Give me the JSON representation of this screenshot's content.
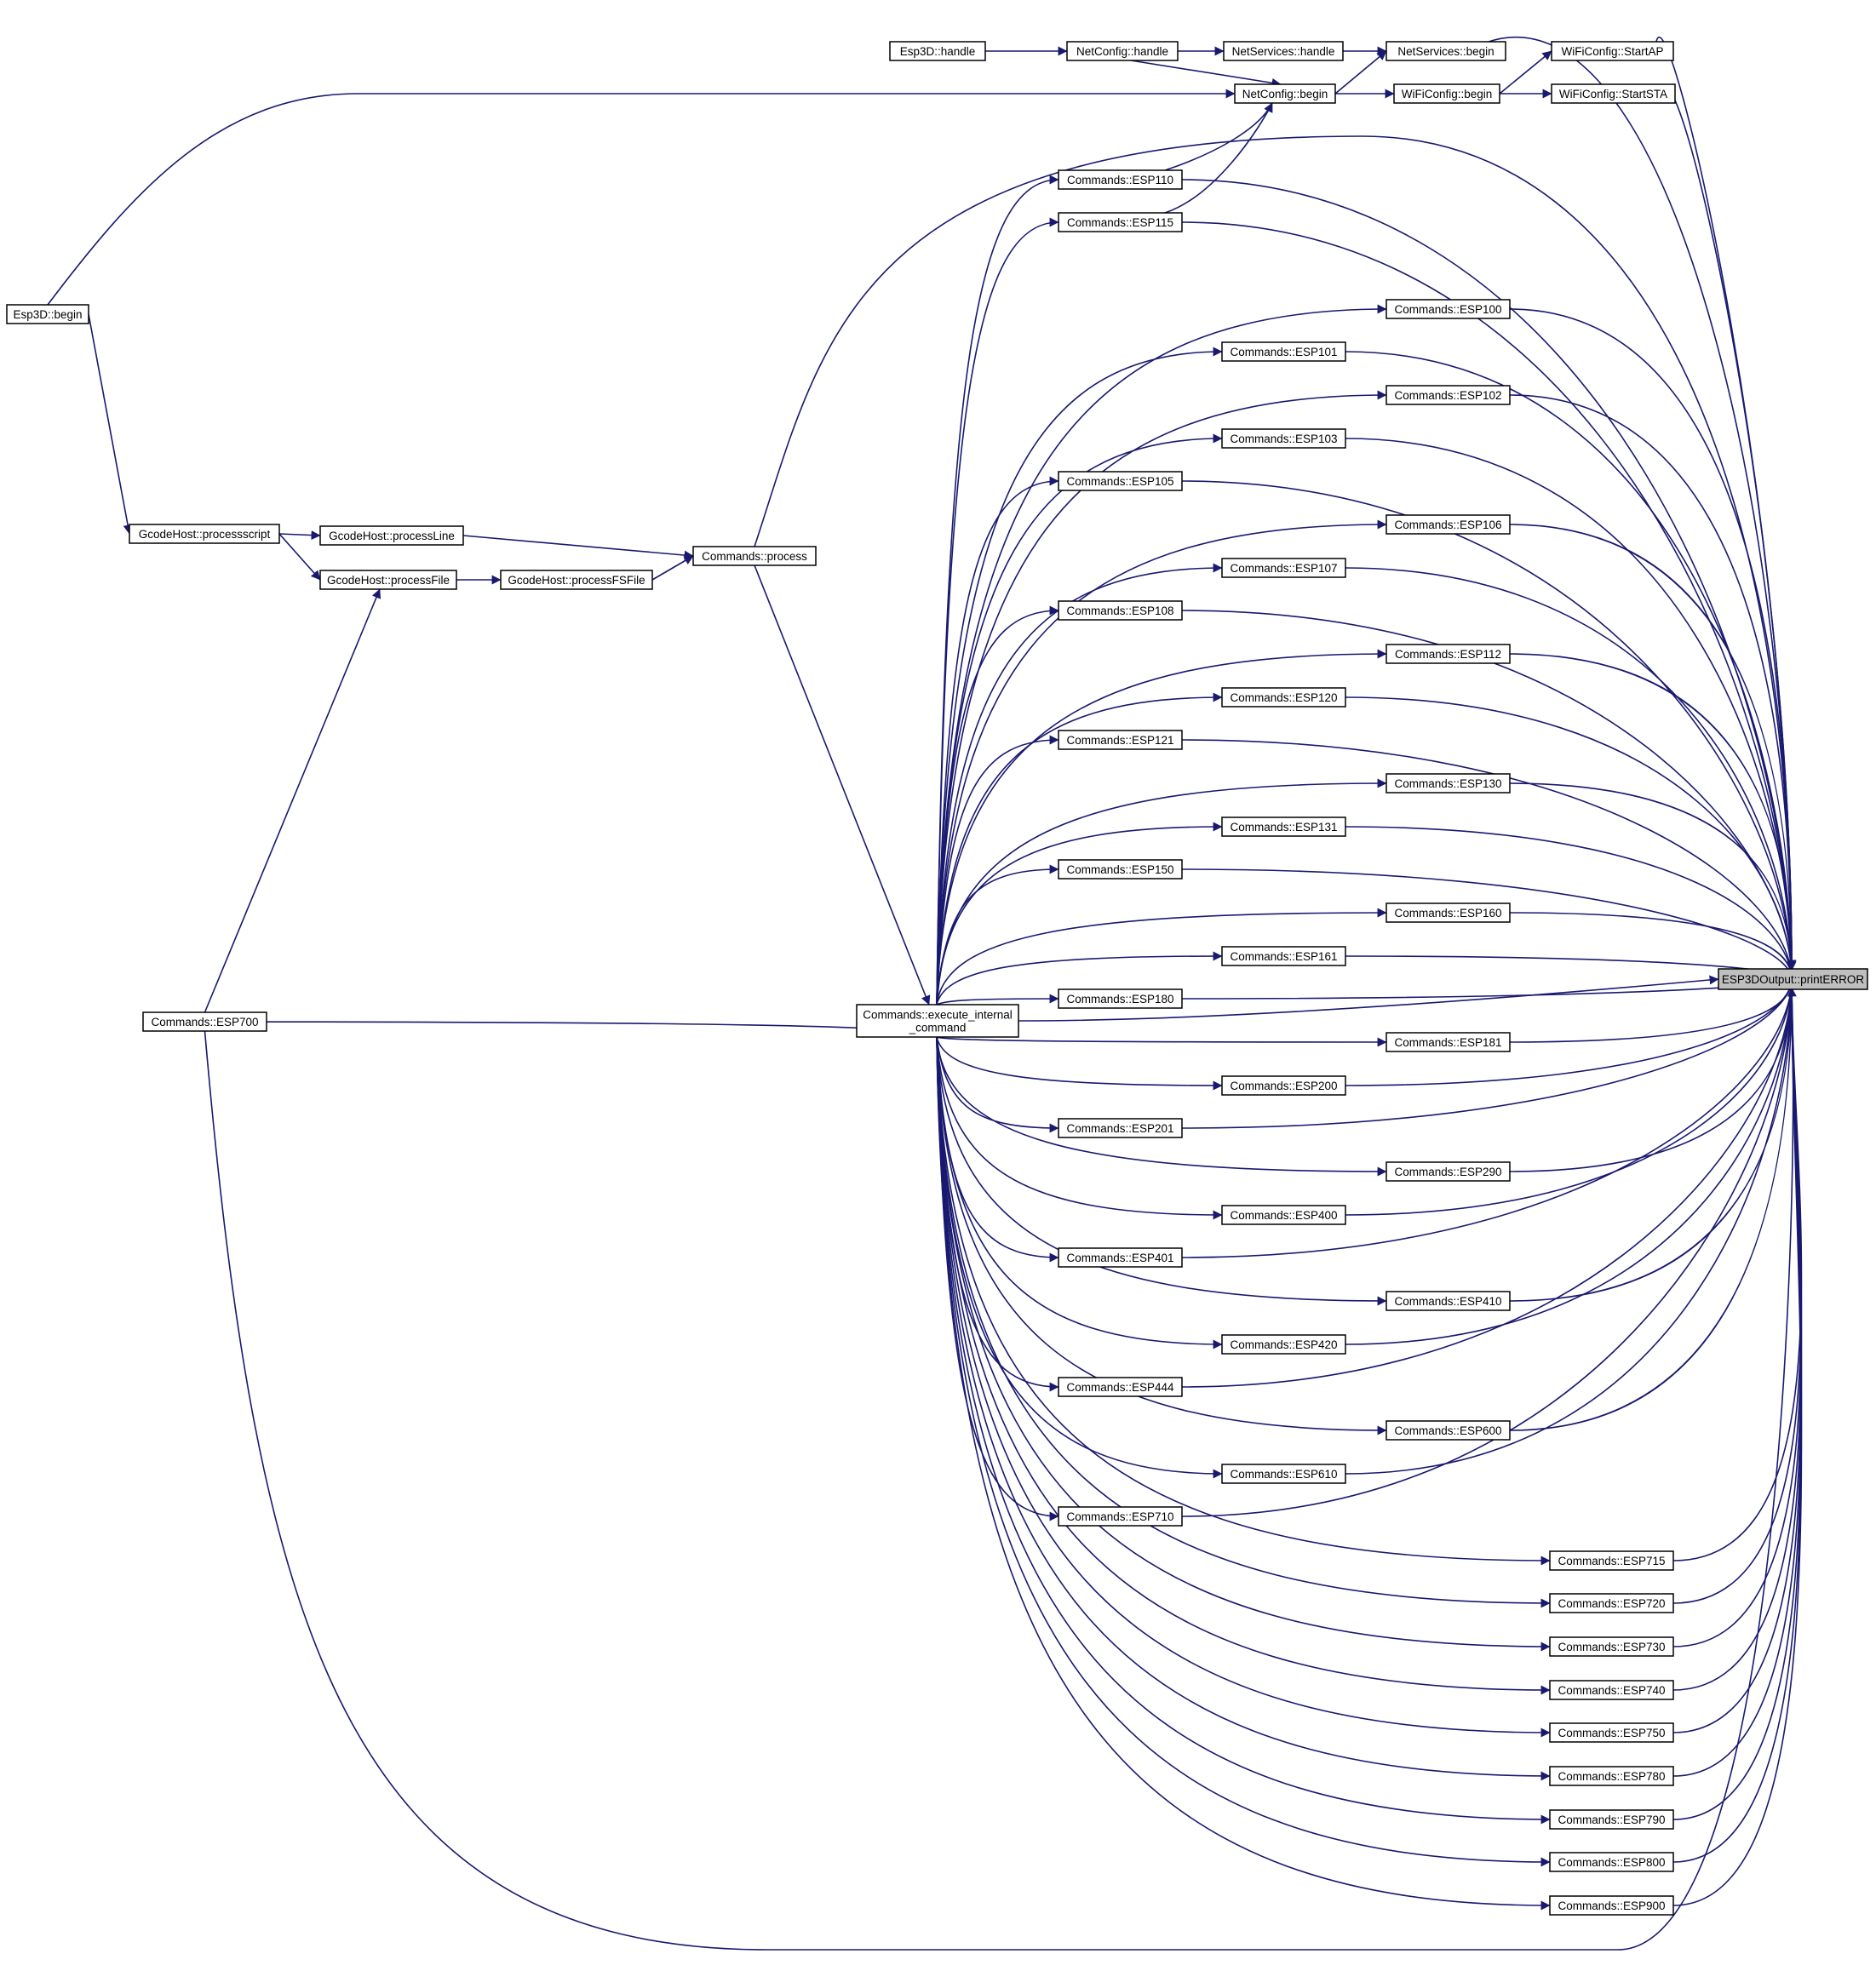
{
  "graph": {
    "edge_color": "#191970",
    "target": "n_printERROR",
    "nodes": [
      {
        "id": "n_printERROR",
        "label": "ESP3DOutput::printERROR",
        "focus": true
      },
      {
        "id": "n_esp3d_handle",
        "label": "Esp3D::handle"
      },
      {
        "id": "n_netconfig_handle",
        "label": "NetConfig::handle"
      },
      {
        "id": "n_netservices_handle",
        "label": "NetServices::handle"
      },
      {
        "id": "n_netservices_begin",
        "label": "NetServices::begin"
      },
      {
        "id": "n_wifi_startap",
        "label": "WiFiConfig::StartAP"
      },
      {
        "id": "n_netconfig_begin",
        "label": "NetConfig::begin"
      },
      {
        "id": "n_wifi_begin",
        "label": "WiFiConfig::begin"
      },
      {
        "id": "n_wifi_startsta",
        "label": "WiFiConfig::StartSTA"
      },
      {
        "id": "n_esp3d_begin",
        "label": "Esp3D::begin"
      },
      {
        "id": "n_gcode_processscript",
        "label": "GcodeHost::processscript"
      },
      {
        "id": "n_gcode_processline",
        "label": "GcodeHost::processLine"
      },
      {
        "id": "n_gcode_processfile",
        "label": "GcodeHost::processFile"
      },
      {
        "id": "n_gcode_processfsfile",
        "label": "GcodeHost::processFSFile"
      },
      {
        "id": "n_commands_process",
        "label": "Commands::process"
      },
      {
        "id": "n_exec",
        "label": "Commands::execute_internal\n_command"
      },
      {
        "id": "n_esp700",
        "label": "Commands::ESP700"
      },
      {
        "id": "n_esp110",
        "label": "Commands::ESP110"
      },
      {
        "id": "n_esp115",
        "label": "Commands::ESP115"
      },
      {
        "id": "n_esp100",
        "label": "Commands::ESP100"
      },
      {
        "id": "n_esp101",
        "label": "Commands::ESP101"
      },
      {
        "id": "n_esp102",
        "label": "Commands::ESP102"
      },
      {
        "id": "n_esp103",
        "label": "Commands::ESP103"
      },
      {
        "id": "n_esp105",
        "label": "Commands::ESP105"
      },
      {
        "id": "n_esp106",
        "label": "Commands::ESP106"
      },
      {
        "id": "n_esp107",
        "label": "Commands::ESP107"
      },
      {
        "id": "n_esp108",
        "label": "Commands::ESP108"
      },
      {
        "id": "n_esp112",
        "label": "Commands::ESP112"
      },
      {
        "id": "n_esp120",
        "label": "Commands::ESP120"
      },
      {
        "id": "n_esp121",
        "label": "Commands::ESP121"
      },
      {
        "id": "n_esp130",
        "label": "Commands::ESP130"
      },
      {
        "id": "n_esp131",
        "label": "Commands::ESP131"
      },
      {
        "id": "n_esp150",
        "label": "Commands::ESP150"
      },
      {
        "id": "n_esp160",
        "label": "Commands::ESP160"
      },
      {
        "id": "n_esp161",
        "label": "Commands::ESP161"
      },
      {
        "id": "n_esp180",
        "label": "Commands::ESP180"
      },
      {
        "id": "n_esp181",
        "label": "Commands::ESP181"
      },
      {
        "id": "n_esp200",
        "label": "Commands::ESP200"
      },
      {
        "id": "n_esp201",
        "label": "Commands::ESP201"
      },
      {
        "id": "n_esp290",
        "label": "Commands::ESP290"
      },
      {
        "id": "n_esp400",
        "label": "Commands::ESP400"
      },
      {
        "id": "n_esp401",
        "label": "Commands::ESP401"
      },
      {
        "id": "n_esp410",
        "label": "Commands::ESP410"
      },
      {
        "id": "n_esp420",
        "label": "Commands::ESP420"
      },
      {
        "id": "n_esp444",
        "label": "Commands::ESP444"
      },
      {
        "id": "n_esp600",
        "label": "Commands::ESP600"
      },
      {
        "id": "n_esp610",
        "label": "Commands::ESP610"
      },
      {
        "id": "n_esp710",
        "label": "Commands::ESP710"
      },
      {
        "id": "n_esp715",
        "label": "Commands::ESP715"
      },
      {
        "id": "n_esp720",
        "label": "Commands::ESP720"
      },
      {
        "id": "n_esp730",
        "label": "Commands::ESP730"
      },
      {
        "id": "n_esp740",
        "label": "Commands::ESP740"
      },
      {
        "id": "n_esp750",
        "label": "Commands::ESP750"
      },
      {
        "id": "n_esp780",
        "label": "Commands::ESP780"
      },
      {
        "id": "n_esp790",
        "label": "Commands::ESP790"
      },
      {
        "id": "n_esp800",
        "label": "Commands::ESP800"
      },
      {
        "id": "n_esp900",
        "label": "Commands::ESP900"
      }
    ],
    "edges": [
      {
        "from": "n_esp3d_handle",
        "to": "n_netconfig_handle"
      },
      {
        "from": "n_netconfig_handle",
        "to": "n_netservices_handle"
      },
      {
        "from": "n_netconfig_handle",
        "to": "n_netconfig_begin"
      },
      {
        "from": "n_netservices_handle",
        "to": "n_netservices_begin"
      },
      {
        "from": "n_netconfig_begin",
        "to": "n_netservices_begin"
      },
      {
        "from": "n_netconfig_begin",
        "to": "n_wifi_begin"
      },
      {
        "from": "n_wifi_begin",
        "to": "n_wifi_startap"
      },
      {
        "from": "n_wifi_begin",
        "to": "n_wifi_startsta"
      },
      {
        "from": "n_esp3d_begin",
        "to": "n_netconfig_begin"
      },
      {
        "from": "n_esp3d_begin",
        "to": "n_gcode_processscript"
      },
      {
        "from": "n_gcode_processscript",
        "to": "n_gcode_processline"
      },
      {
        "from": "n_gcode_processscript",
        "to": "n_gcode_processfile"
      },
      {
        "from": "n_gcode_processline",
        "to": "n_commands_process"
      },
      {
        "from": "n_gcode_processfile",
        "to": "n_gcode_processfsfile"
      },
      {
        "from": "n_gcode_processfsfile",
        "to": "n_commands_process"
      },
      {
        "from": "n_commands_process",
        "to": "n_exec"
      },
      {
        "from": "n_exec",
        "to": "n_esp700"
      },
      {
        "from": "n_esp700",
        "to": "n_gcode_processfile"
      },
      {
        "from": "n_esp110",
        "to": "n_netconfig_begin"
      },
      {
        "from": "n_esp115",
        "to": "n_netconfig_begin"
      },
      {
        "from": "n_exec",
        "to": "n_esp110"
      },
      {
        "from": "n_exec",
        "to": "n_esp115"
      },
      {
        "from": "n_exec",
        "to": "n_esp100"
      },
      {
        "from": "n_exec",
        "to": "n_esp101"
      },
      {
        "from": "n_exec",
        "to": "n_esp102"
      },
      {
        "from": "n_exec",
        "to": "n_esp103"
      },
      {
        "from": "n_exec",
        "to": "n_esp105"
      },
      {
        "from": "n_exec",
        "to": "n_esp106"
      },
      {
        "from": "n_exec",
        "to": "n_esp107"
      },
      {
        "from": "n_exec",
        "to": "n_esp108"
      },
      {
        "from": "n_exec",
        "to": "n_esp112"
      },
      {
        "from": "n_exec",
        "to": "n_esp120"
      },
      {
        "from": "n_exec",
        "to": "n_esp121"
      },
      {
        "from": "n_exec",
        "to": "n_esp130"
      },
      {
        "from": "n_exec",
        "to": "n_esp131"
      },
      {
        "from": "n_exec",
        "to": "n_esp150"
      },
      {
        "from": "n_exec",
        "to": "n_esp160"
      },
      {
        "from": "n_exec",
        "to": "n_esp161"
      },
      {
        "from": "n_exec",
        "to": "n_esp180"
      },
      {
        "from": "n_exec",
        "to": "n_esp181"
      },
      {
        "from": "n_exec",
        "to": "n_esp200"
      },
      {
        "from": "n_exec",
        "to": "n_esp201"
      },
      {
        "from": "n_exec",
        "to": "n_esp290"
      },
      {
        "from": "n_exec",
        "to": "n_esp400"
      },
      {
        "from": "n_exec",
        "to": "n_esp401"
      },
      {
        "from": "n_exec",
        "to": "n_esp410"
      },
      {
        "from": "n_exec",
        "to": "n_esp420"
      },
      {
        "from": "n_exec",
        "to": "n_esp444"
      },
      {
        "from": "n_exec",
        "to": "n_esp600"
      },
      {
        "from": "n_exec",
        "to": "n_esp610"
      },
      {
        "from": "n_exec",
        "to": "n_esp710"
      },
      {
        "from": "n_exec",
        "to": "n_esp715"
      },
      {
        "from": "n_exec",
        "to": "n_esp720"
      },
      {
        "from": "n_exec",
        "to": "n_esp730"
      },
      {
        "from": "n_exec",
        "to": "n_esp740"
      },
      {
        "from": "n_exec",
        "to": "n_esp750"
      },
      {
        "from": "n_exec",
        "to": "n_esp780"
      },
      {
        "from": "n_exec",
        "to": "n_esp790"
      },
      {
        "from": "n_exec",
        "to": "n_esp800"
      },
      {
        "from": "n_exec",
        "to": "n_esp900"
      },
      {
        "from": "n_netservices_begin",
        "to": "n_printERROR"
      },
      {
        "from": "n_wifi_startap",
        "to": "n_printERROR"
      },
      {
        "from": "n_wifi_startsta",
        "to": "n_printERROR"
      },
      {
        "from": "n_commands_process",
        "to": "n_printERROR"
      },
      {
        "from": "n_exec",
        "to": "n_printERROR"
      },
      {
        "from": "n_esp700",
        "to": "n_printERROR"
      },
      {
        "from": "n_esp110",
        "to": "n_printERROR"
      },
      {
        "from": "n_esp115",
        "to": "n_printERROR"
      },
      {
        "from": "n_esp100",
        "to": "n_printERROR"
      },
      {
        "from": "n_esp101",
        "to": "n_printERROR"
      },
      {
        "from": "n_esp102",
        "to": "n_printERROR"
      },
      {
        "from": "n_esp103",
        "to": "n_printERROR"
      },
      {
        "from": "n_esp105",
        "to": "n_printERROR"
      },
      {
        "from": "n_esp106",
        "to": "n_printERROR"
      },
      {
        "from": "n_esp107",
        "to": "n_printERROR"
      },
      {
        "from": "n_esp108",
        "to": "n_printERROR"
      },
      {
        "from": "n_esp112",
        "to": "n_printERROR"
      },
      {
        "from": "n_esp120",
        "to": "n_printERROR"
      },
      {
        "from": "n_esp121",
        "to": "n_printERROR"
      },
      {
        "from": "n_esp130",
        "to": "n_printERROR"
      },
      {
        "from": "n_esp131",
        "to": "n_printERROR"
      },
      {
        "from": "n_esp150",
        "to": "n_printERROR"
      },
      {
        "from": "n_esp160",
        "to": "n_printERROR"
      },
      {
        "from": "n_esp161",
        "to": "n_printERROR"
      },
      {
        "from": "n_esp180",
        "to": "n_printERROR"
      },
      {
        "from": "n_esp181",
        "to": "n_printERROR"
      },
      {
        "from": "n_esp200",
        "to": "n_printERROR"
      },
      {
        "from": "n_esp201",
        "to": "n_printERROR"
      },
      {
        "from": "n_esp290",
        "to": "n_printERROR"
      },
      {
        "from": "n_esp400",
        "to": "n_printERROR"
      },
      {
        "from": "n_esp401",
        "to": "n_printERROR"
      },
      {
        "from": "n_esp410",
        "to": "n_printERROR"
      },
      {
        "from": "n_esp420",
        "to": "n_printERROR"
      },
      {
        "from": "n_esp444",
        "to": "n_printERROR"
      },
      {
        "from": "n_esp600",
        "to": "n_printERROR"
      },
      {
        "from": "n_esp610",
        "to": "n_printERROR"
      },
      {
        "from": "n_esp710",
        "to": "n_printERROR"
      },
      {
        "from": "n_esp715",
        "to": "n_printERROR"
      },
      {
        "from": "n_esp720",
        "to": "n_printERROR"
      },
      {
        "from": "n_esp730",
        "to": "n_printERROR"
      },
      {
        "from": "n_esp740",
        "to": "n_printERROR"
      },
      {
        "from": "n_esp750",
        "to": "n_printERROR"
      },
      {
        "from": "n_esp780",
        "to": "n_printERROR"
      },
      {
        "from": "n_esp790",
        "to": "n_printERROR"
      },
      {
        "from": "n_esp800",
        "to": "n_printERROR"
      },
      {
        "from": "n_esp900",
        "to": "n_printERROR"
      }
    ]
  }
}
